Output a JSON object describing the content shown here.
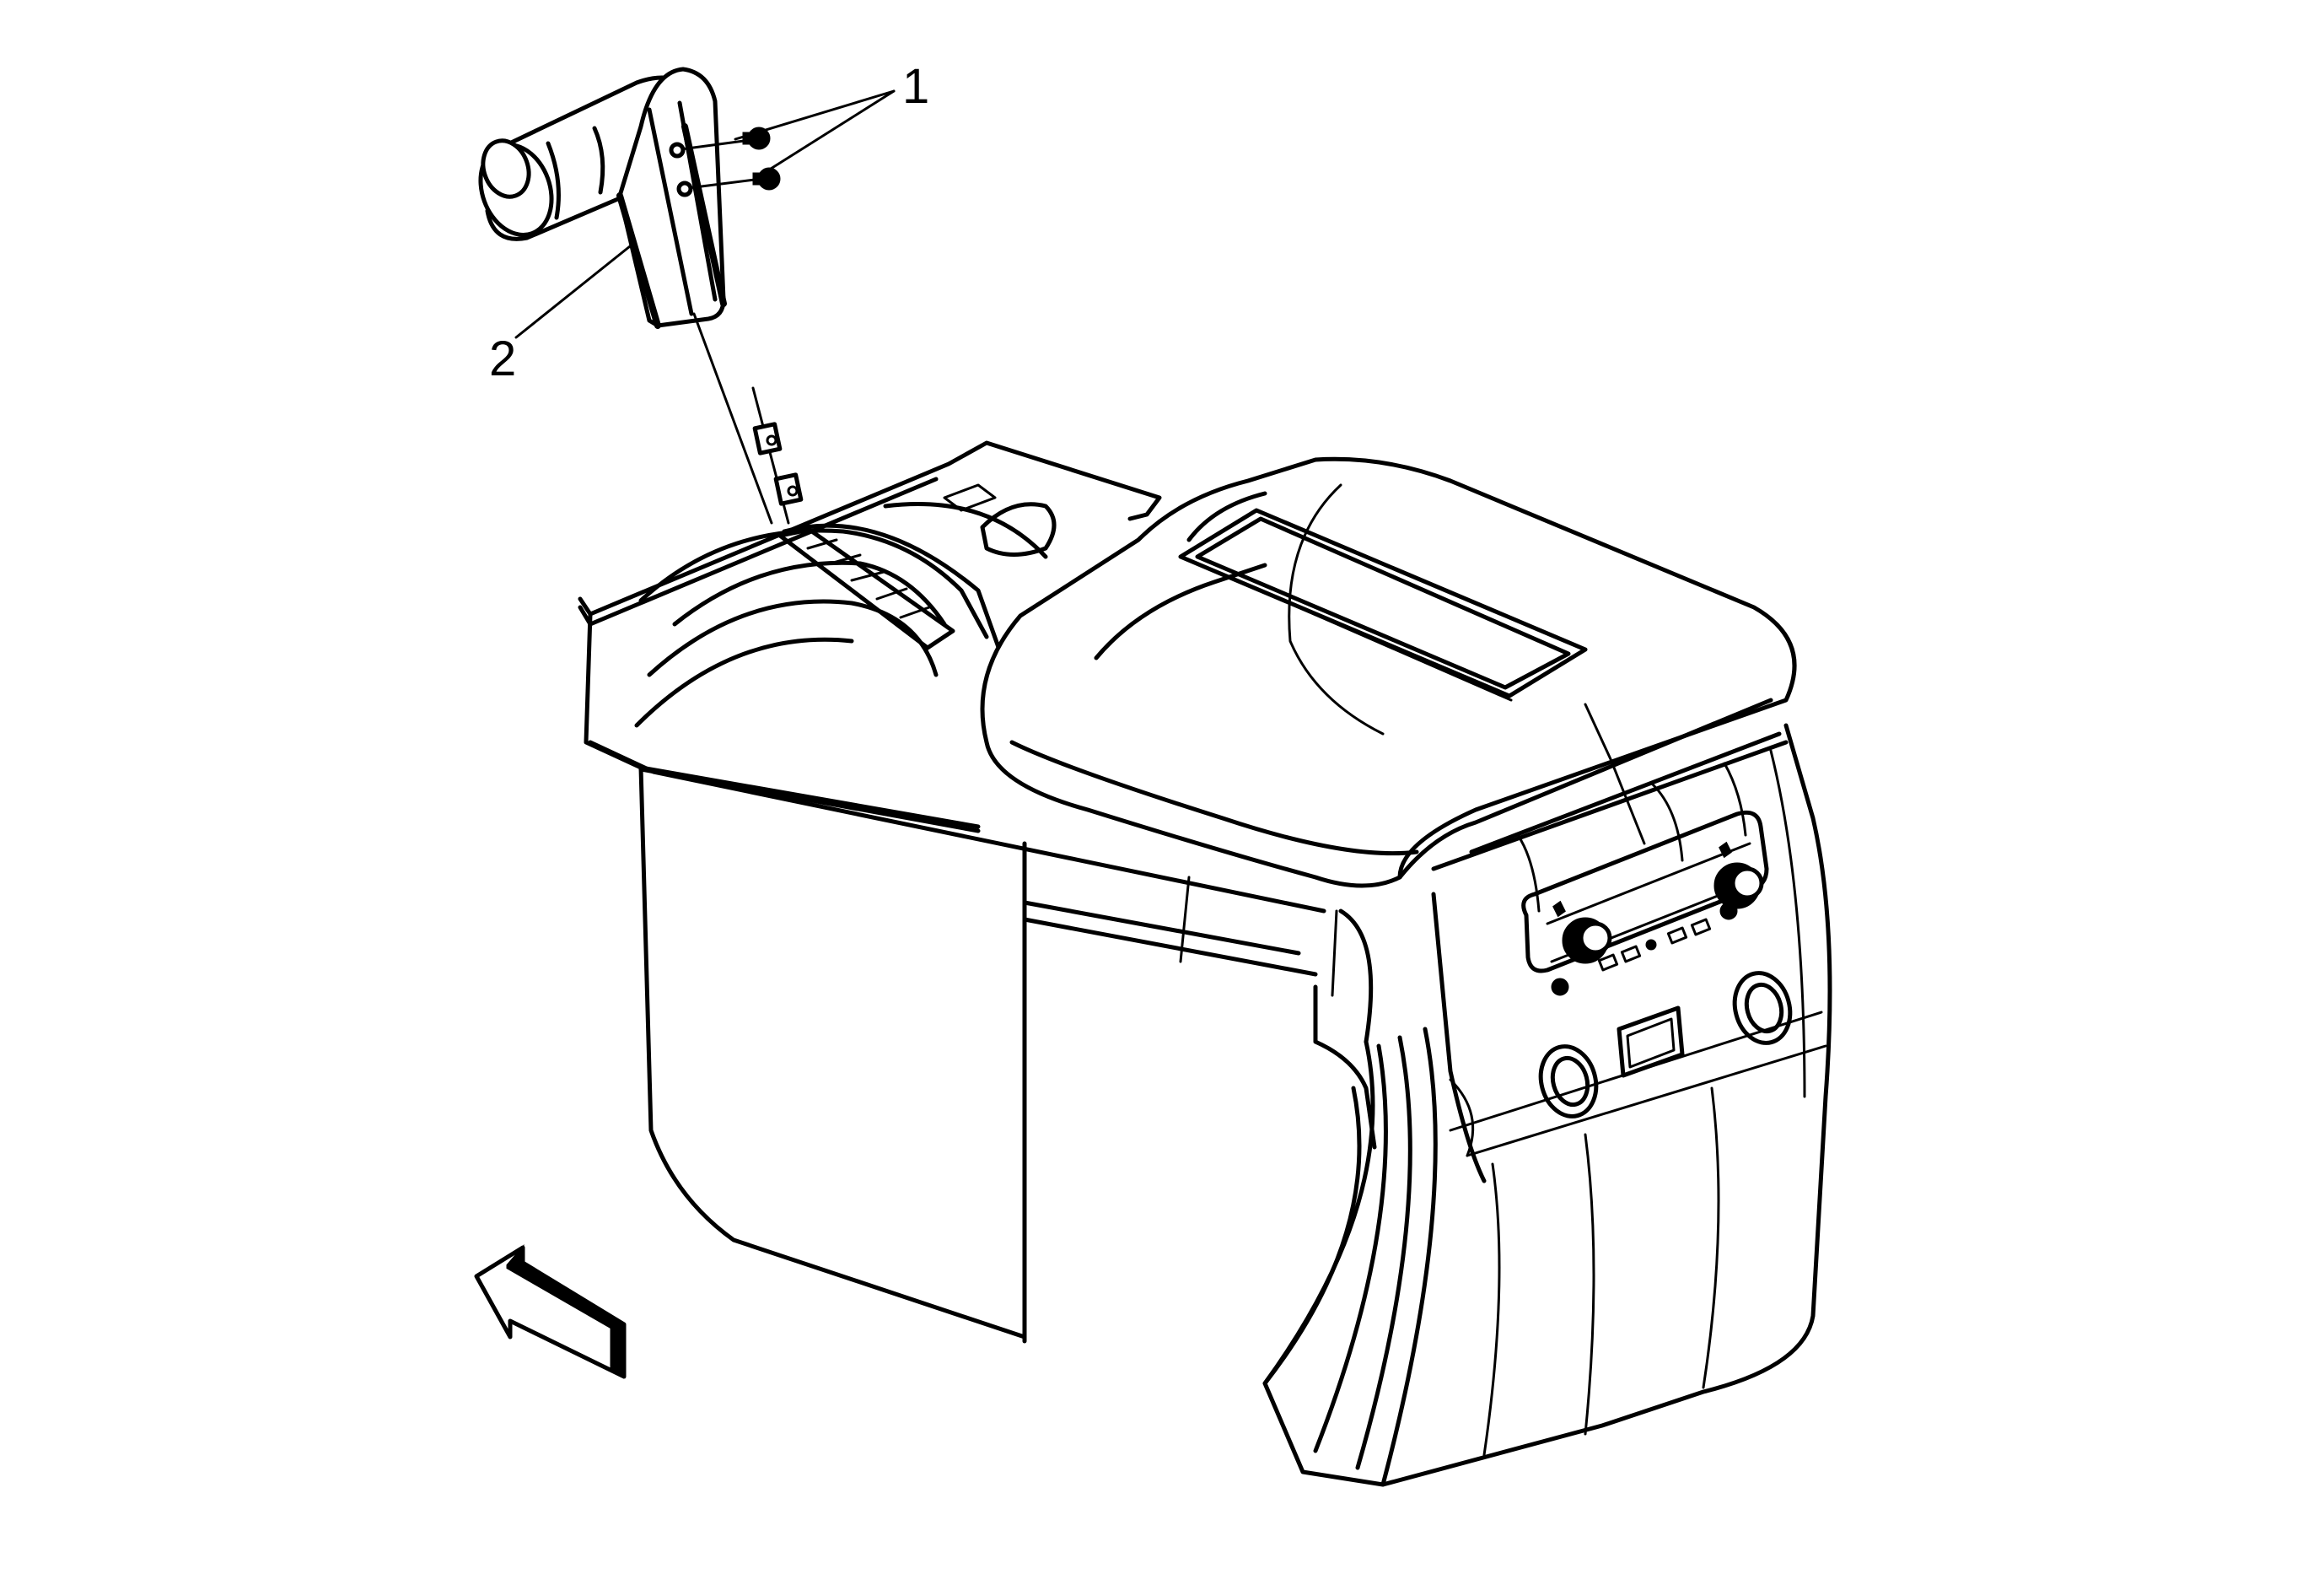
{
  "diagram": {
    "subject": "Floor console with shift lever handle removal",
    "callouts": [
      {
        "number": "1",
        "target": "shift lever handle screws (2)"
      },
      {
        "number": "2",
        "target": "shift lever handle"
      }
    ],
    "view_direction_arrow": "front-of-vehicle-arrow",
    "components": [
      "shift-lever-handle",
      "handle-screws",
      "shift-lever-shaft",
      "shift-indicator-bezel",
      "cup-holder-area",
      "armrest-lid",
      "rear-climate-control-panel",
      "rear-power-outlets",
      "console-storage-bin",
      "console-body"
    ],
    "colors": {
      "line": "#000000",
      "background": "#ffffff"
    }
  }
}
